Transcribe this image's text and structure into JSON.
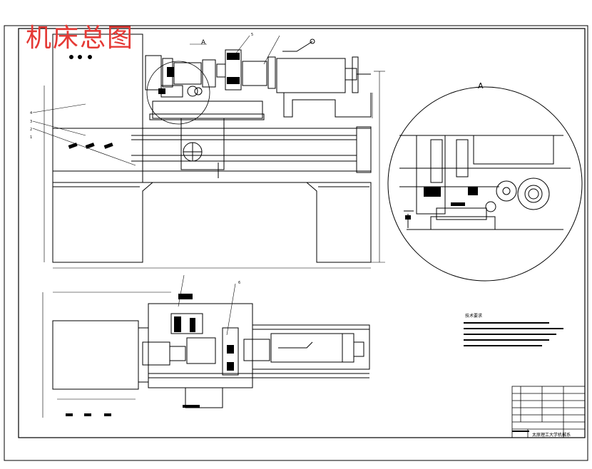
{
  "drawing": {
    "title": "机床总图",
    "detail_label_top": "A",
    "detail_label_right": "A",
    "notes_heading": "技术要求",
    "callouts": [
      "4",
      "3",
      "2",
      "1",
      "5",
      "6"
    ],
    "title_block_name": "太原理工大学机械系"
  },
  "colors": {
    "title": "#e53935",
    "line": "#000000",
    "background": "#ffffff"
  }
}
